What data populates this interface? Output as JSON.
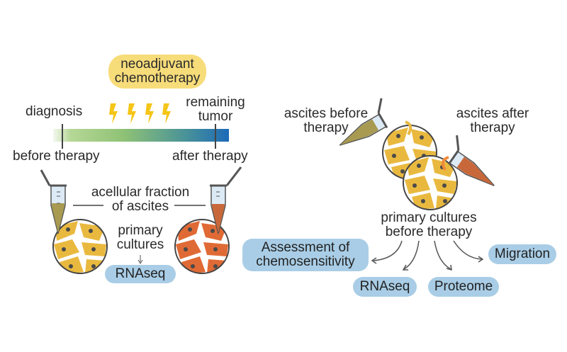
{
  "timeline": {
    "therapy_label_line1": "neoadjuvant",
    "therapy_label_line2": "chemotherapy",
    "diagnosis": "diagnosis",
    "remaining_tumor_line1": "remaining",
    "remaining_tumor_line2": "tumor",
    "before_therapy": "before therapy",
    "after_therapy": "after therapy",
    "lightning_count": 4,
    "gradient_colors": [
      "#f4f8ee",
      "#9cc97a",
      "#4f9a9a",
      "#1e6cb8"
    ]
  },
  "left_panel": {
    "acellular_line1": "acellular fraction",
    "acellular_line2": "of ascites",
    "primary_line1": "primary",
    "primary_line2": "cultures",
    "rnaseq": "RNAseq",
    "before_culture_color": "#e9b93f",
    "after_culture_color": "#e06a35"
  },
  "right_panel": {
    "ascites_before_line1": "ascites before",
    "ascites_before_line2": "therapy",
    "ascites_after_line1": "ascites after",
    "ascites_after_line2": "therapy",
    "primary_line1": "primary cultures",
    "primary_line2": "before therapy",
    "outputs": {
      "chemo_line1": "Assessment of",
      "chemo_line2": "chemosensitivity",
      "rnaseq": "RNAseq",
      "proteome": "Proteome",
      "migration": "Migration"
    }
  },
  "colors": {
    "pill_blue": "#a9cde6",
    "pill_yellow": "#f7dc7a",
    "lightning": "#f5c518",
    "tube_before": "#a89a50",
    "tube_after": "#c8683a"
  }
}
